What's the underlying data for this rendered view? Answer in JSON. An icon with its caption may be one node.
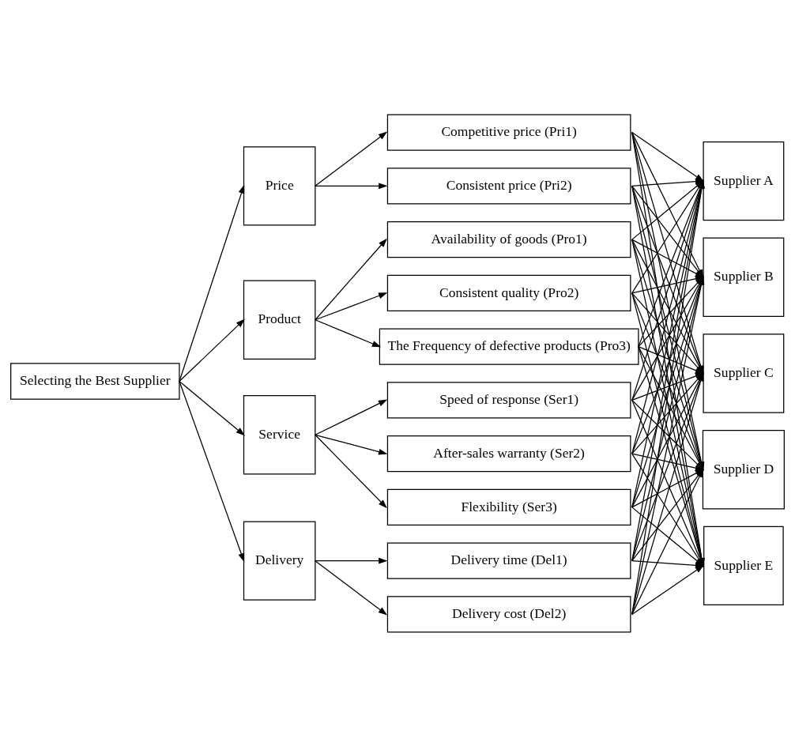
{
  "diagram": {
    "nodes": [
      {
        "text": [
          "Selecting the Best Supplier"
        ]
      },
      {
        "text": [
          "Price"
        ]
      },
      {
        "text": [
          "Product"
        ]
      },
      {
        "text": [
          "Service"
        ]
      },
      {
        "text": [
          "Delivery"
        ]
      },
      {
        "text": [
          "Competitive price (Pri1)"
        ]
      },
      {
        "text": [
          "Consistent price (Pri2)"
        ]
      },
      {
        "text": [
          "Availability of goods (Pro1)"
        ]
      },
      {
        "text": [
          "Consistent quality (Pro2)"
        ]
      },
      {
        "text": [
          "The Frequency of defective products (Pro3)"
        ]
      },
      {
        "text": [
          "Speed of response (Ser1)"
        ]
      },
      {
        "text": [
          "After-sales warranty (Ser2)"
        ]
      },
      {
        "text": [
          "Flexibility (Ser3)"
        ]
      },
      {
        "text": [
          "Delivery time (Del1)"
        ]
      },
      {
        "text": [
          "Delivery cost (Del2)"
        ]
      },
      {
        "text": [
          "Supplier A"
        ]
      },
      {
        "text": [
          "Supplier B"
        ]
      },
      {
        "text": [
          "Supplier C"
        ]
      },
      {
        "text": [
          "Supplier D"
        ]
      },
      {
        "text": [
          "Supplier E"
        ]
      }
    ],
    "edges": [
      {
        "from": 0,
        "to": 1,
        "arrow": "to"
      },
      {
        "from": 0,
        "to": 2,
        "arrow": "to"
      },
      {
        "from": 0,
        "to": 3,
        "arrow": "to"
      },
      {
        "from": 0,
        "to": 4,
        "arrow": "to"
      },
      {
        "from": 1,
        "to": 5,
        "arrow": "to"
      },
      {
        "from": 1,
        "to": 6,
        "arrow": "to"
      },
      {
        "from": 2,
        "to": 7,
        "arrow": "to"
      },
      {
        "from": 2,
        "to": 8,
        "arrow": "to"
      },
      {
        "from": 2,
        "to": 9,
        "arrow": "to"
      },
      {
        "from": 3,
        "to": 10,
        "arrow": "to"
      },
      {
        "from": 3,
        "to": 11,
        "arrow": "to"
      },
      {
        "from": 3,
        "to": 12,
        "arrow": "to"
      },
      {
        "from": 4,
        "to": 13,
        "arrow": "to"
      },
      {
        "from": 4,
        "to": 14,
        "arrow": "to"
      },
      {
        "from": 5,
        "to": 15,
        "arrow": "to"
      },
      {
        "from": 5,
        "to": 16,
        "arrow": "to"
      },
      {
        "from": 5,
        "to": 17,
        "arrow": "to"
      },
      {
        "from": 5,
        "to": 18,
        "arrow": "to"
      },
      {
        "from": 5,
        "to": 19,
        "arrow": "to"
      },
      {
        "from": 6,
        "to": 15,
        "arrow": "to"
      },
      {
        "from": 6,
        "to": 16,
        "arrow": "to"
      },
      {
        "from": 6,
        "to": 17,
        "arrow": "to"
      },
      {
        "from": 6,
        "to": 18,
        "arrow": "to"
      },
      {
        "from": 6,
        "to": 19,
        "arrow": "to"
      },
      {
        "from": 7,
        "to": 15,
        "arrow": "to"
      },
      {
        "from": 7,
        "to": 16,
        "arrow": "to"
      },
      {
        "from": 7,
        "to": 17,
        "arrow": "to"
      },
      {
        "from": 7,
        "to": 18,
        "arrow": "to"
      },
      {
        "from": 7,
        "to": 19,
        "arrow": "to"
      },
      {
        "from": 8,
        "to": 15,
        "arrow": "to"
      },
      {
        "from": 8,
        "to": 16,
        "arrow": "to"
      },
      {
        "from": 8,
        "to": 17,
        "arrow": "to"
      },
      {
        "from": 8,
        "to": 18,
        "arrow": "to"
      },
      {
        "from": 8,
        "to": 19,
        "arrow": "to"
      },
      {
        "from": 9,
        "to": 15,
        "arrow": "to"
      },
      {
        "from": 9,
        "to": 16,
        "arrow": "to"
      },
      {
        "from": 9,
        "to": 17,
        "arrow": "to"
      },
      {
        "from": 9,
        "to": 18,
        "arrow": "to"
      },
      {
        "from": 9,
        "to": 19,
        "arrow": "to"
      },
      {
        "from": 10,
        "to": 15,
        "arrow": "to"
      },
      {
        "from": 10,
        "to": 16,
        "arrow": "to"
      },
      {
        "from": 10,
        "to": 17,
        "arrow": "to"
      },
      {
        "from": 10,
        "to": 18,
        "arrow": "to"
      },
      {
        "from": 10,
        "to": 19,
        "arrow": "to"
      },
      {
        "from": 11,
        "to": 15,
        "arrow": "to"
      },
      {
        "from": 11,
        "to": 16,
        "arrow": "to"
      },
      {
        "from": 11,
        "to": 17,
        "arrow": "to"
      },
      {
        "from": 11,
        "to": 18,
        "arrow": "to"
      },
      {
        "from": 11,
        "to": 19,
        "arrow": "to"
      },
      {
        "from": 12,
        "to": 15,
        "arrow": "to"
      },
      {
        "from": 12,
        "to": 16,
        "arrow": "to"
      },
      {
        "from": 12,
        "to": 17,
        "arrow": "to"
      },
      {
        "from": 12,
        "to": 18,
        "arrow": "to"
      },
      {
        "from": 12,
        "to": 19,
        "arrow": "to"
      },
      {
        "from": 13,
        "to": 15,
        "arrow": "to"
      },
      {
        "from": 13,
        "to": 16,
        "arrow": "to"
      },
      {
        "from": 13,
        "to": 17,
        "arrow": "to"
      },
      {
        "from": 13,
        "to": 18,
        "arrow": "to"
      },
      {
        "from": 13,
        "to": 19,
        "arrow": "to"
      },
      {
        "from": 14,
        "to": 15,
        "arrow": "to"
      },
      {
        "from": 14,
        "to": 16,
        "arrow": "to"
      },
      {
        "from": 14,
        "to": 17,
        "arrow": "to"
      },
      {
        "from": 14,
        "to": 18,
        "arrow": "to"
      },
      {
        "from": 14,
        "to": 19,
        "arrow": "to"
      }
    ]
  }
}
